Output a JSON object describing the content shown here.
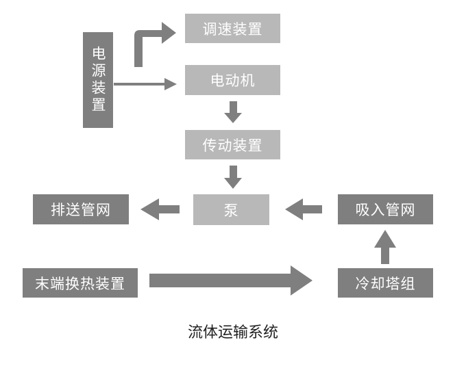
{
  "diagram": {
    "title": "流体运输系统",
    "nodes": {
      "power_supply": "电源装置",
      "speed_control": "调速装置",
      "motor": "电动机",
      "transmission": "传动装置",
      "pump": "泵",
      "discharge_pipe": "排送管网",
      "suction_pipe": "吸入管网",
      "terminal_heat_exchanger": "末端换热装置",
      "cooling_tower": "冷却塔组"
    },
    "colors": {
      "light_box": "#b8b8b8",
      "dark_box": "#7f7f7f",
      "arrow": "#7f7f7f"
    }
  }
}
